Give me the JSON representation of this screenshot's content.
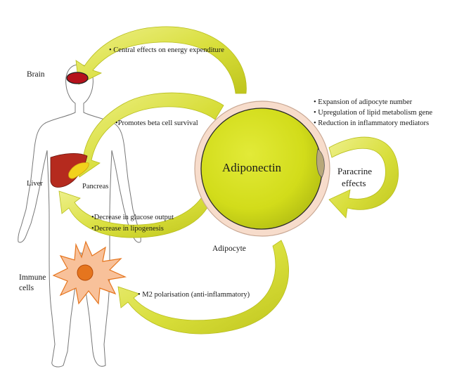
{
  "labels": {
    "brain": "Brain",
    "liver": "Liver",
    "pancreas": "Pancreas",
    "immune_line1": "Immune",
    "immune_line2": "cells",
    "adiponectin": "Adiponectin",
    "adipocyte": "Adipocyte",
    "paracrine_line1": "Paracrine",
    "paracrine_line2": "effects"
  },
  "effects": {
    "central": "• Central effects on energy expenditure",
    "beta_cell": "•Promotes beta cell survival",
    "liver_line1": "•Decrease in glucose output",
    "liver_line2": "•Decrease in lipogenesis",
    "m2": "• M2 polarisation (anti-inflammatory)"
  },
  "paracrine_effects": [
    "• Expansion of adipocyte number",
    "• Upregulation of lipid metabolism gene",
    "• Reduction in inflammatory mediators"
  ],
  "colors": {
    "arrow": "#d6dc3a",
    "arrow_edge": "#b7bd1c",
    "adipocyte_fill": "#d4df1c",
    "adipocyte_ring": "#f6d8c6",
    "brain": "#b5121b",
    "liver": "#b52a1e",
    "pancreas": "#f2d21c",
    "immune_cell": "#f8c19a",
    "immune_nucleus": "#e5751e"
  }
}
